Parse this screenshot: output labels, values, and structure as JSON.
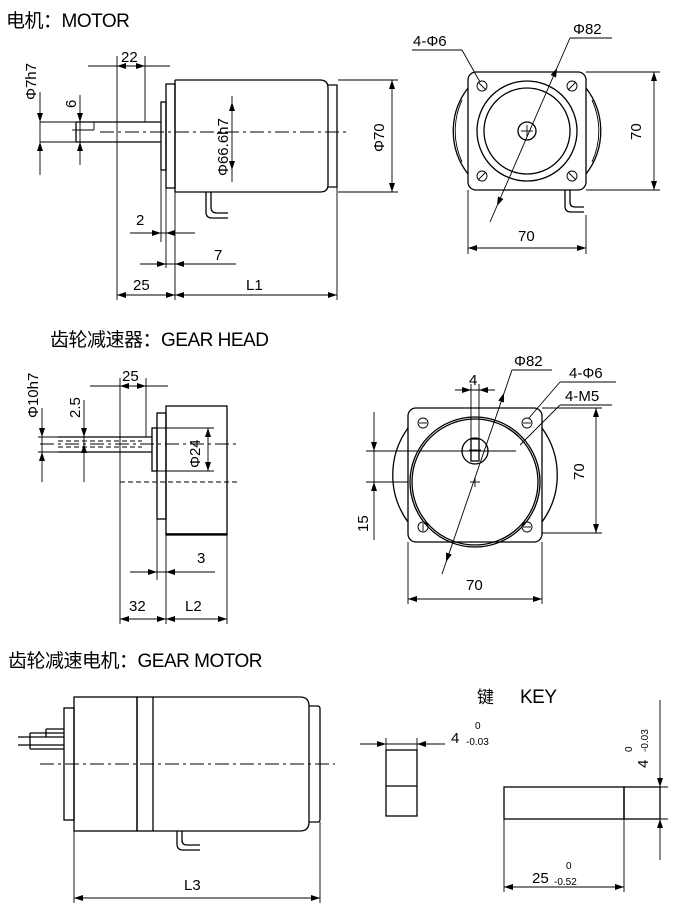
{
  "motor": {
    "title": "电机：MOTOR",
    "side": {
      "shaft_dia": "Φ7h7",
      "flat": "6",
      "shaft_len": "22",
      "spigot_dia": "Φ66.6h7",
      "body_dia": "Φ70",
      "gap": "2",
      "flange": "7",
      "ext": "25",
      "length": "L1"
    },
    "front": {
      "holes": "4-Φ6",
      "pcd": "Φ82",
      "height": "70",
      "width": "70"
    }
  },
  "gearhead": {
    "title": "齿轮减速器：GEAR HEAD",
    "side": {
      "shaft_dia": "Φ10h7",
      "flat": "2.5",
      "shaft_len": "25",
      "boss_dia": "Φ24",
      "flange": "3",
      "ext": "32",
      "length": "L2"
    },
    "front": {
      "key": "4",
      "pcd": "Φ82",
      "holes": "4-Φ6",
      "tapped": "4-M5",
      "height": "70",
      "offset": "15",
      "width": "70"
    }
  },
  "gearmotor": {
    "title": "齿轮减速电机：GEAR MOTOR",
    "length": "L3"
  },
  "key": {
    "title_cn": "键",
    "title_en": "KEY",
    "width": {
      "nominal": "4",
      "upper": "0",
      "lower": "-0.03"
    },
    "height": {
      "nominal": "4",
      "upper": "0",
      "lower": "-0.03"
    },
    "length": {
      "nominal": "25",
      "upper": "0",
      "lower": "-0.52"
    }
  }
}
